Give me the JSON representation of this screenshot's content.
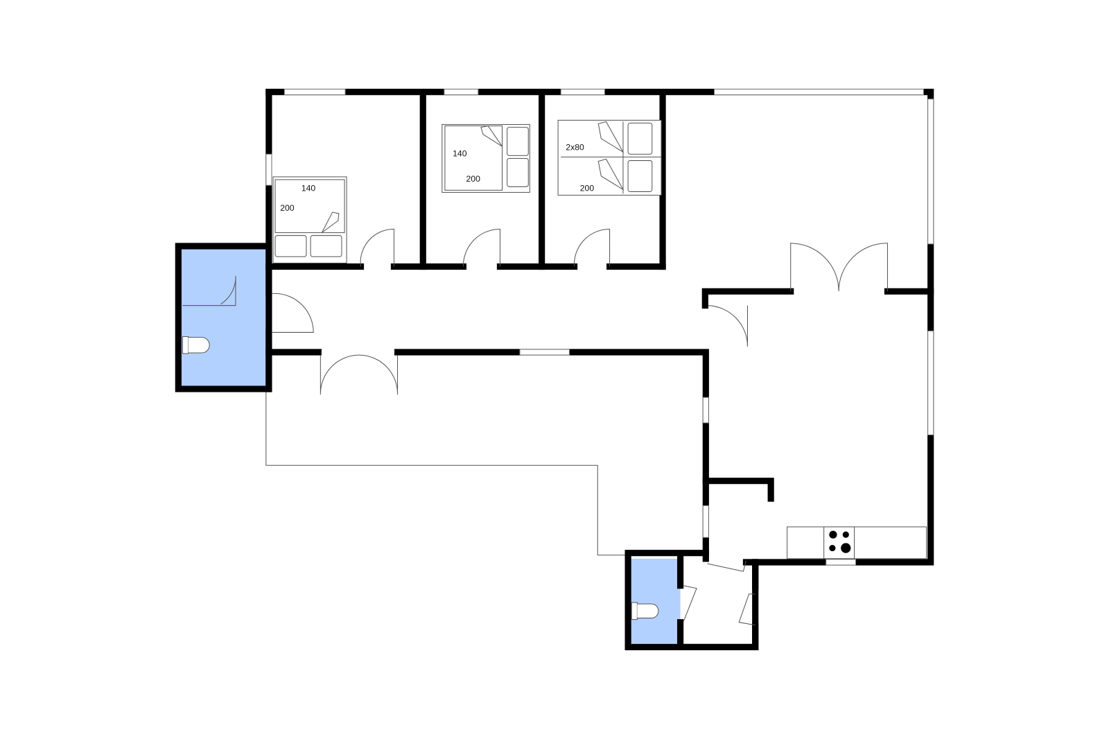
{
  "plan": {
    "bedroom_1": {
      "bed_width": "140",
      "bed_length": "200"
    },
    "bedroom_2": {
      "bed_width": "140",
      "bed_length": "200"
    },
    "bedroom_3": {
      "bed_width": "2x80",
      "bed_length": "200"
    }
  },
  "colors": {
    "wet_room": "#b3d1ff",
    "wall": "#000000"
  }
}
